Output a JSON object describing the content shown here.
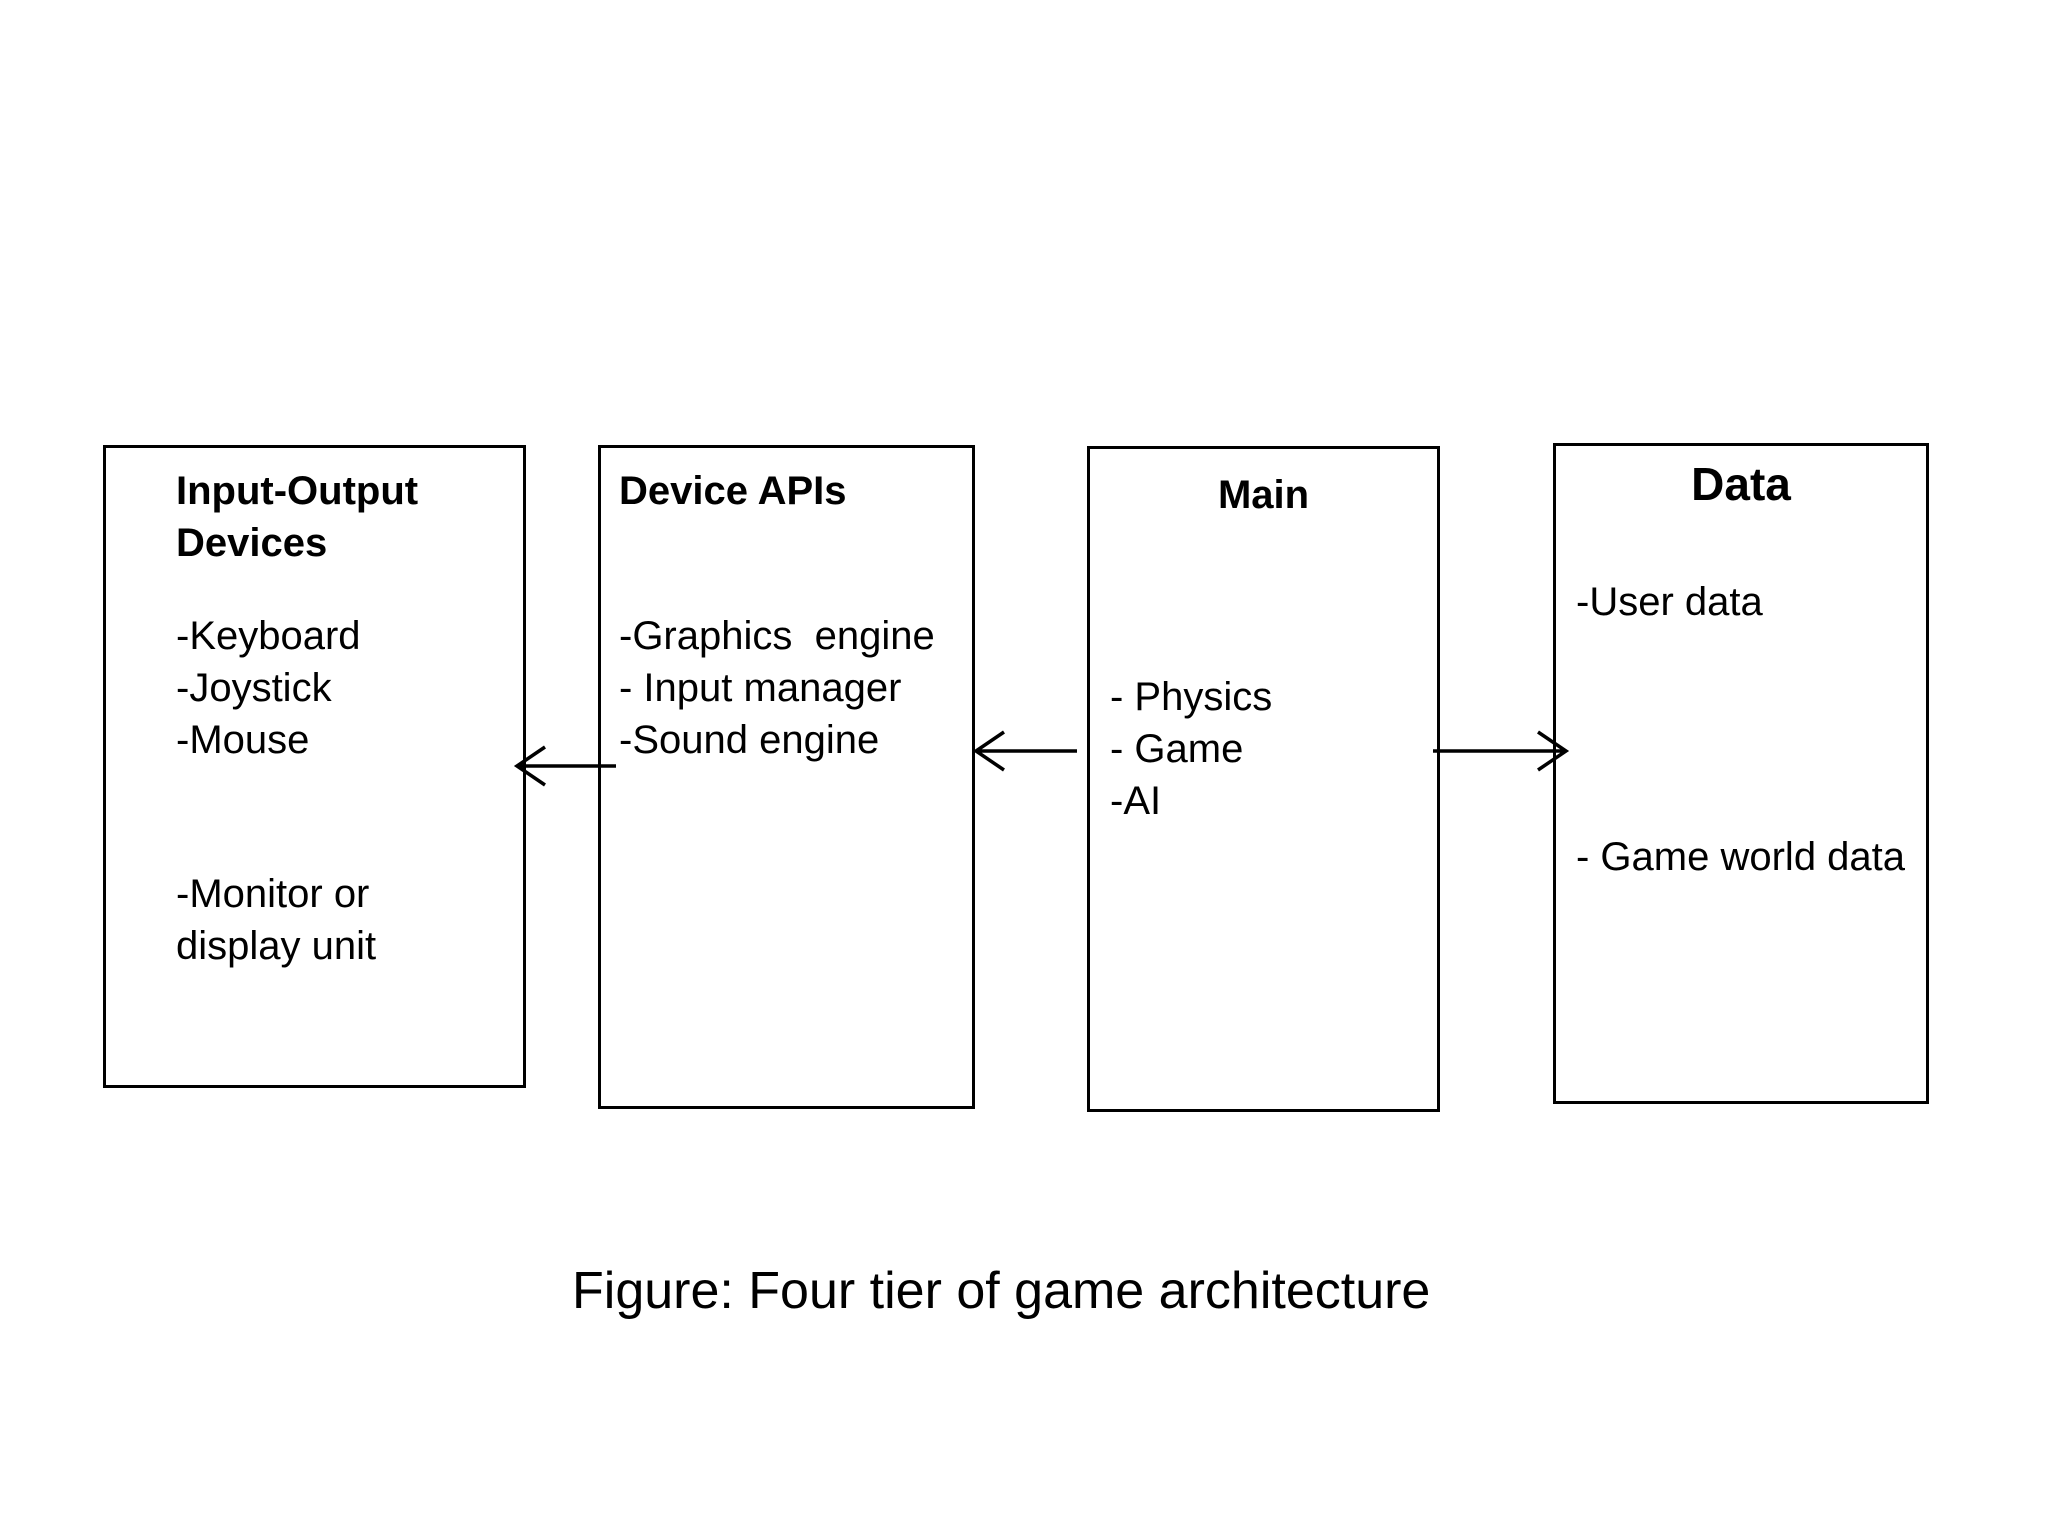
{
  "colors": {
    "background": "#ffffff",
    "border": "#000000",
    "text": "#000000"
  },
  "boxes": [
    {
      "name": "input-output-devices",
      "title": "Input-Output Devices",
      "items": [
        "-Keyboard",
        "-Joystick",
        "-Mouse"
      ],
      "items_secondary": [
        "-Monitor or",
        "display unit"
      ]
    },
    {
      "name": "device-apis",
      "title": "Device APIs",
      "items": [
        "-Graphics  engine",
        "- Input manager",
        "-Sound engine"
      ],
      "items_secondary": []
    },
    {
      "name": "main",
      "title": "Main",
      "items": [
        "- Physics",
        "- Game",
        "-AI"
      ],
      "items_secondary": []
    },
    {
      "name": "data",
      "title": "Data",
      "items": [
        "-User data"
      ],
      "items_secondary": [
        "- Game world data"
      ]
    }
  ],
  "arrows": [
    {
      "name": "device-apis-to-io-devices",
      "direction": "left"
    },
    {
      "name": "main-to-device-apis",
      "direction": "left"
    },
    {
      "name": "main-to-data",
      "direction": "right"
    }
  ],
  "caption": "Figure: Four tier of game architecture"
}
